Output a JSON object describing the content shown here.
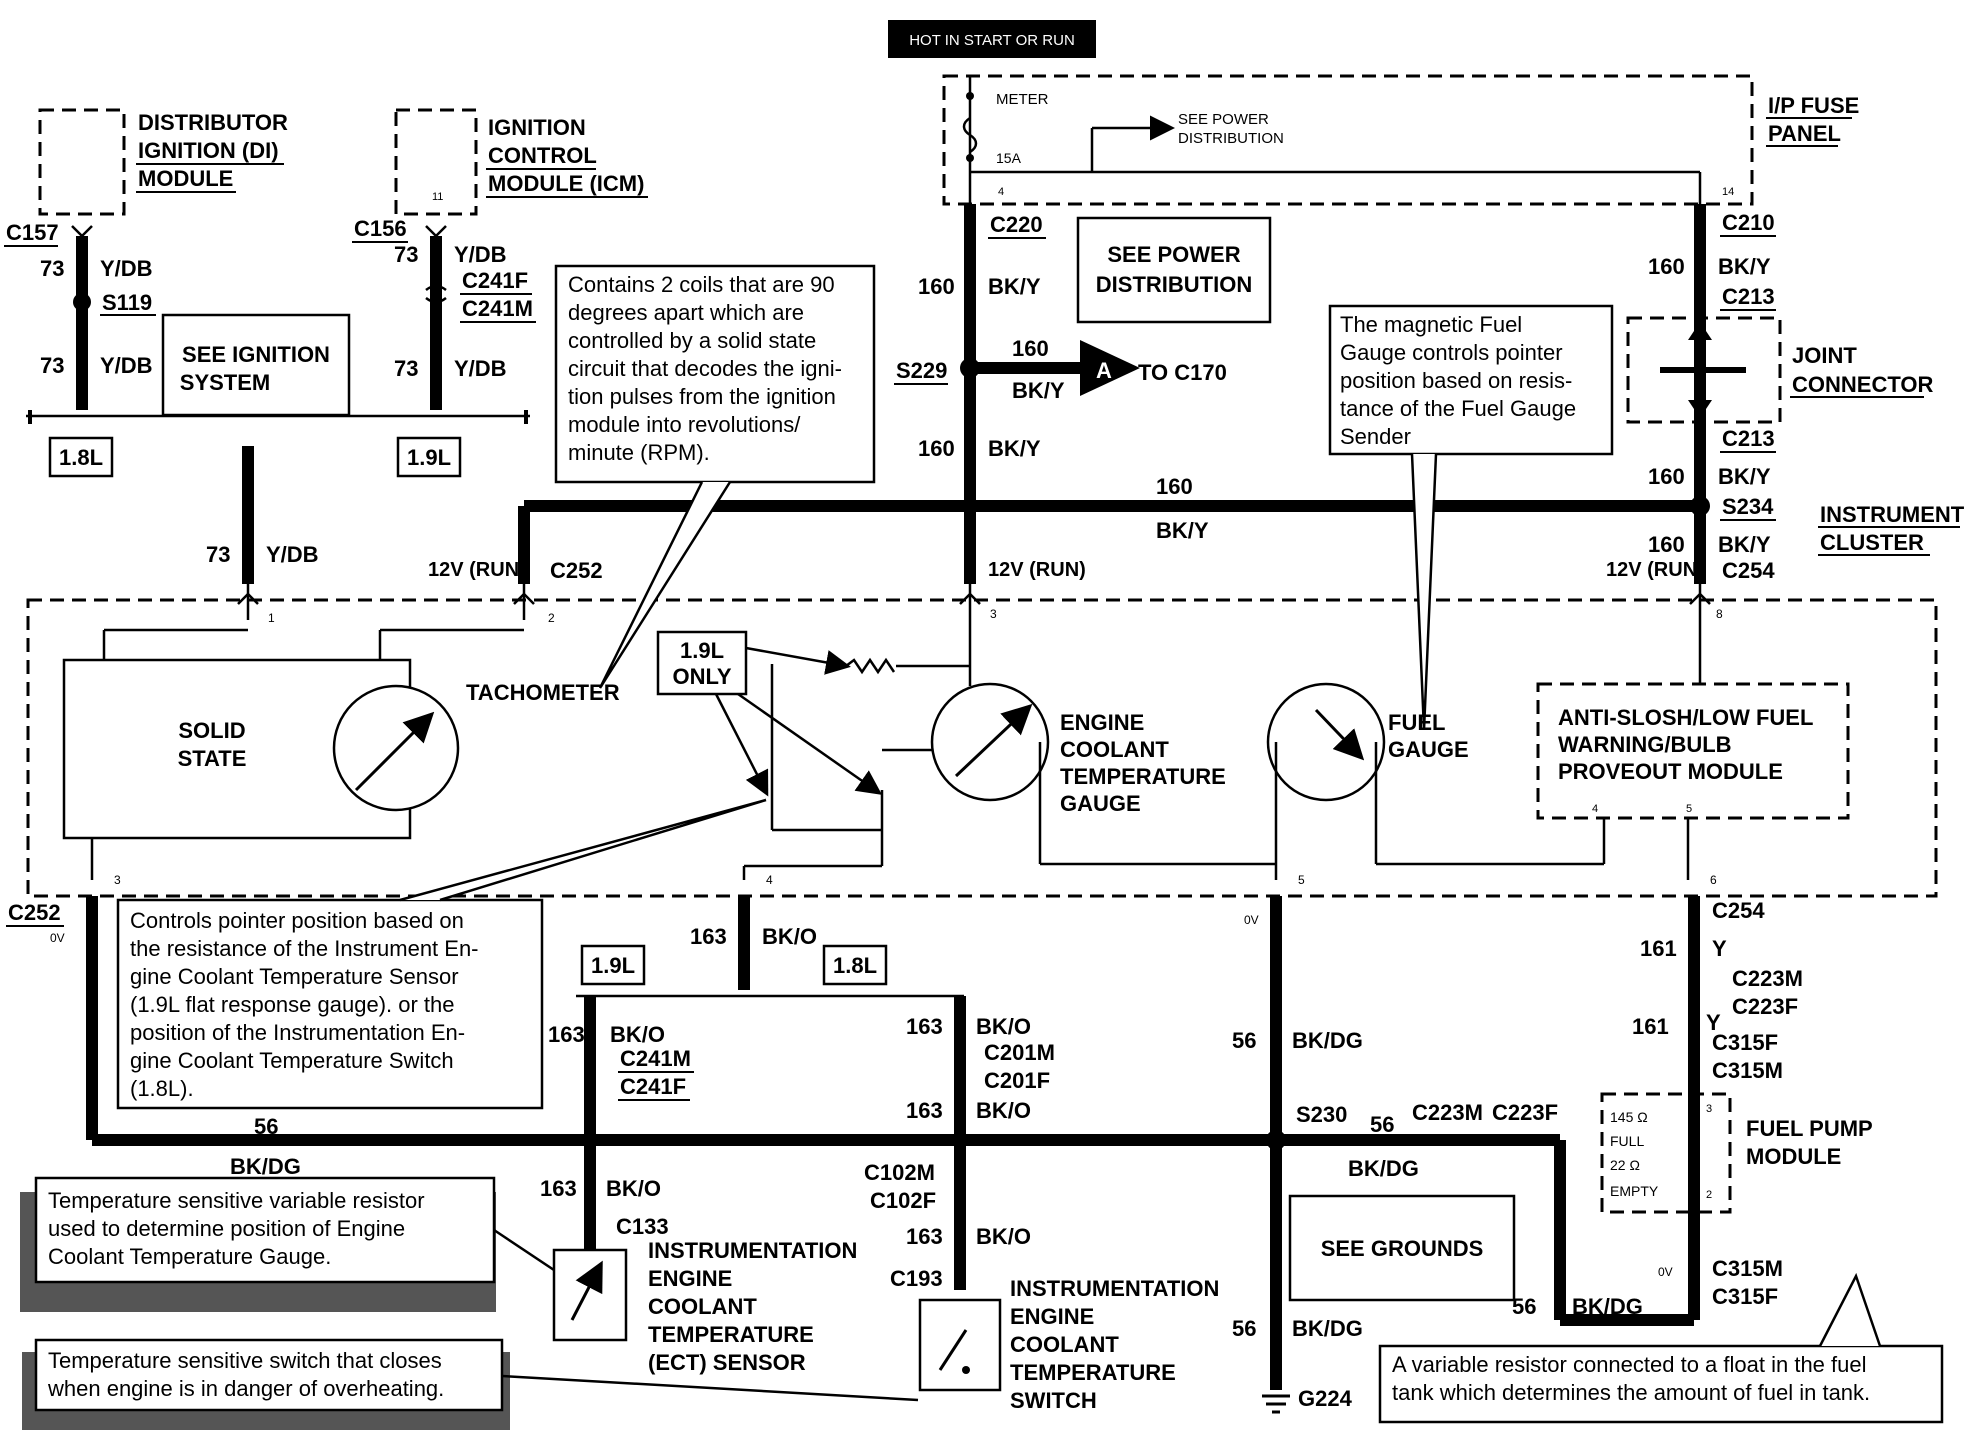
{
  "header": {
    "hot_label": "HOT IN START OR RUN"
  },
  "fuse_panel": {
    "title1": "I/P FUSE",
    "title2": "PANEL",
    "meter": "METER",
    "fuse": "15A",
    "see_power1": "SEE POWER",
    "see_power2": "DISTRIBUTION",
    "pin4": "4",
    "pin14": "14"
  },
  "modules": {
    "di1": "DISTRIBUTOR",
    "di2": "IGNITION (DI)",
    "di3": "MODULE",
    "icm1": "IGNITION",
    "icm2": "CONTROL",
    "icm3": "MODULE (ICM)",
    "icm_pin": "11",
    "joint1": "JOINT",
    "joint2": "CONNECTOR",
    "cluster1": "INSTRUMENT",
    "cluster2": "CLUSTER",
    "fpm1": "FUEL PUMP",
    "fpm2": "MODULE",
    "fpm_full_ohm": "145 Ω",
    "fpm_full": "FULL",
    "fpm_empty_ohm": "22 Ω",
    "fpm_empty": "EMPTY",
    "fpm_pin3": "3",
    "fpm_pin2": "2",
    "antislosh1": "ANTI-SLOSH/LOW FUEL",
    "antislosh2": "WARNING/BULB",
    "antislosh3": "PROVEOUT MODULE",
    "solid1": "SOLID",
    "solid2": "STATE",
    "tach": "TACHOMETER",
    "ect1": "ENGINE",
    "ect2": "COOLANT",
    "ect3": "TEMPERATURE",
    "ect4": "GAUGE",
    "fuel1": "FUEL",
    "fuel2": "GAUGE",
    "only19": "1.9L",
    "only19b": "ONLY",
    "sensor1": "INSTRUMENTATION",
    "sensor2": "ENGINE",
    "sensor3": "COOLANT",
    "sensor4": "TEMPERATURE",
    "sensor5": "(ECT) SENSOR",
    "switch1": "INSTRUMENTATION",
    "switch2": "ENGINE",
    "switch3": "COOLANT",
    "switch4": "TEMPERATURE",
    "switch5": "SWITCH"
  },
  "boxes": {
    "see_ign1": "SEE IGNITION",
    "see_ign2": "SYSTEM",
    "see_pwr1": "SEE POWER",
    "see_pwr2": "DISTRIBUTION",
    "see_gnd": "SEE GROUNDS",
    "eng18a": "1.8L",
    "eng19a": "1.9L",
    "eng19b": "1.9L",
    "eng18b": "1.8L"
  },
  "connectors": {
    "c157": "C157",
    "c156": "C156",
    "c241f": "C241F",
    "c241m": "C241M",
    "s119": "S119",
    "c220": "C220",
    "c210": "C210",
    "c213a": "C213",
    "c213b": "C213",
    "s229": "S229",
    "to_c170": "TO C170",
    "arrow_a": "A",
    "s234": "S234",
    "c254a": "C254",
    "c252a": "C252",
    "c252b": "C252",
    "c254b": "C254",
    "c241m2": "C241M",
    "c241f2": "C241F",
    "c201m": "C201M",
    "c201f": "C201F",
    "c102m": "C102M",
    "c102f": "C102F",
    "c133": "C133",
    "c193": "C193",
    "s230": "S230",
    "c223m": "C223M",
    "c223f": "C223F",
    "c223m2": "C223M",
    "c223f2": "C223F",
    "c315f": "C315F",
    "c315m": "C315M",
    "c315m2": "C315M",
    "c315f2": "C315F",
    "g224": "G224"
  },
  "wires": {
    "w73": "73",
    "ydb": "Y/DB",
    "w160": "160",
    "bky": "BK/Y",
    "w163": "163",
    "bko": "BK/O",
    "w56": "56",
    "bkdg": "BK/DG",
    "w161": "161",
    "y": "Y",
    "run12": "12V (RUN)",
    "zero_v": "0V",
    "p1": "1",
    "p2": "2",
    "p3": "3",
    "p4": "4",
    "p5": "5",
    "p6": "6",
    "p8": "8",
    "p4b": "4",
    "p5b": "5",
    "p3b": "3"
  },
  "callouts": {
    "coils": [
      "Contains 2 coils that are 90",
      "degrees apart which are",
      "controlled by a solid state",
      "circuit that decodes the igni-",
      "tion pulses from the ignition",
      "module into revolutions/",
      "minute (RPM)."
    ],
    "magnetic": [
      "The magnetic Fuel",
      "Gauge controls pointer",
      "position based on resis-",
      "tance of the Fuel Gauge",
      "Sender"
    ],
    "pointer": [
      "Controls pointer position based on",
      "the resistance of the Instrument En-",
      "gine Coolant Temperature Sensor",
      "(1.9L flat response gauge). or the",
      "position of the Instrumentation En-",
      "gine Coolant Temperature Switch",
      "(1.8L)."
    ],
    "tempres": [
      "Temperature sensitive variable resistor",
      "used to determine position of Engine",
      "Coolant Temperature Gauge."
    ],
    "tempsw": [
      "Temperature sensitive switch that closes",
      "when engine is in danger of overheating."
    ],
    "varres": [
      "A variable resistor connected to a float in the fuel",
      "tank which determines the amount of fuel in tank."
    ]
  }
}
